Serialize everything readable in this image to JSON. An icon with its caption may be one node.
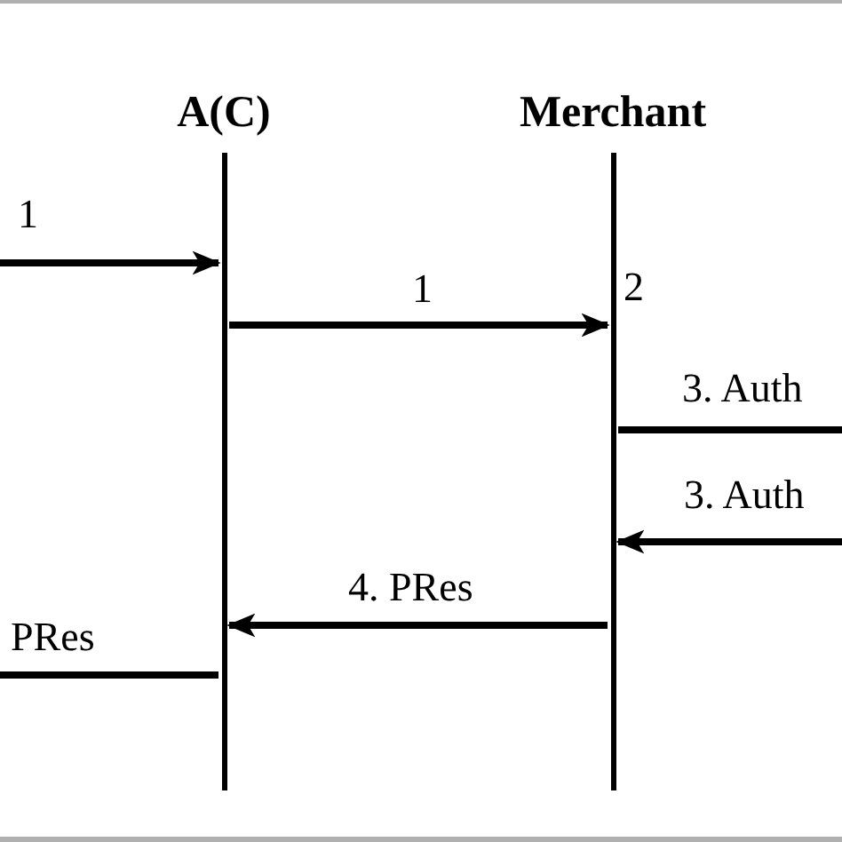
{
  "diagram": {
    "nodes": [
      {
        "text": [
          "A(C)"
        ]
      },
      {
        "text": [
          "Merchant"
        ]
      }
    ],
    "edges": [
      {
        "from": null,
        "to": 0,
        "arrow": "to",
        "label": "1"
      },
      {
        "from": 0,
        "to": 1,
        "arrow": "to",
        "label": "1"
      },
      {
        "from": 1,
        "to": null,
        "arrow": "none",
        "label": "3. Auth"
      },
      {
        "from": null,
        "to": 1,
        "arrow": "to",
        "label": "3. Auth"
      },
      {
        "from": 1,
        "to": 0,
        "arrow": "to",
        "label": "4. PRes"
      },
      {
        "from": 0,
        "to": null,
        "arrow": "none",
        "label": "PRes"
      }
    ],
    "labels": [
      "2"
    ]
  }
}
